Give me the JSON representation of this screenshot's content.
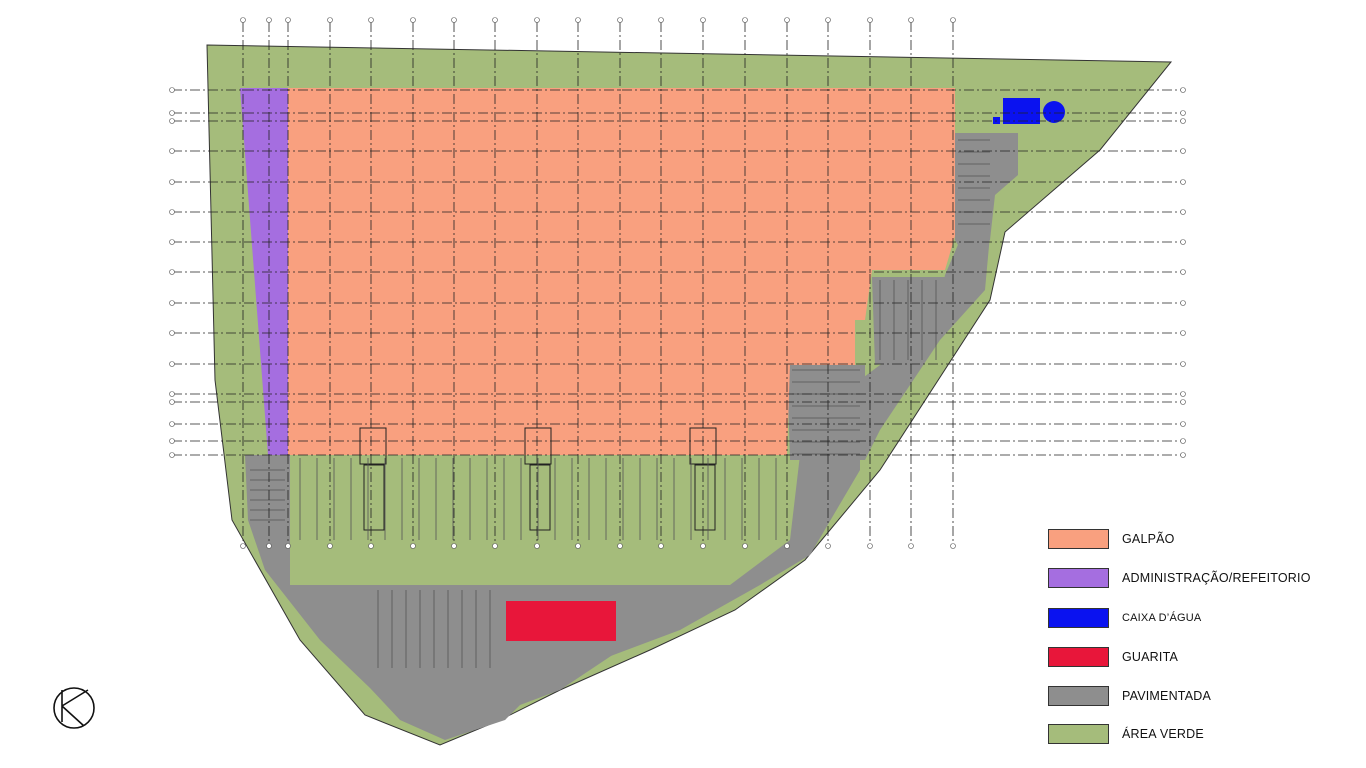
{
  "legend": {
    "items": [
      {
        "key": "galpao",
        "label": "GALPÃO",
        "color": "#F9A07F"
      },
      {
        "key": "admin",
        "label": "ADMINISTRAÇÃO/REFEITORIO",
        "color": "#A56EE0"
      },
      {
        "key": "caixa",
        "label": "CAIXA D’ÁGUA",
        "color": "#0A12F0"
      },
      {
        "key": "guarita",
        "label": "GUARITA",
        "color": "#E8163A"
      },
      {
        "key": "pavimentada",
        "label": "PAVIMENTADA",
        "color": "#8E8E8E"
      },
      {
        "key": "verde",
        "label": "ÁREA VERDE",
        "color": "#A5BC7B"
      }
    ]
  },
  "colors": {
    "gridline": "#222222",
    "outline": "#333333"
  },
  "north_arrow": {
    "icon": "north-arrow-icon"
  }
}
